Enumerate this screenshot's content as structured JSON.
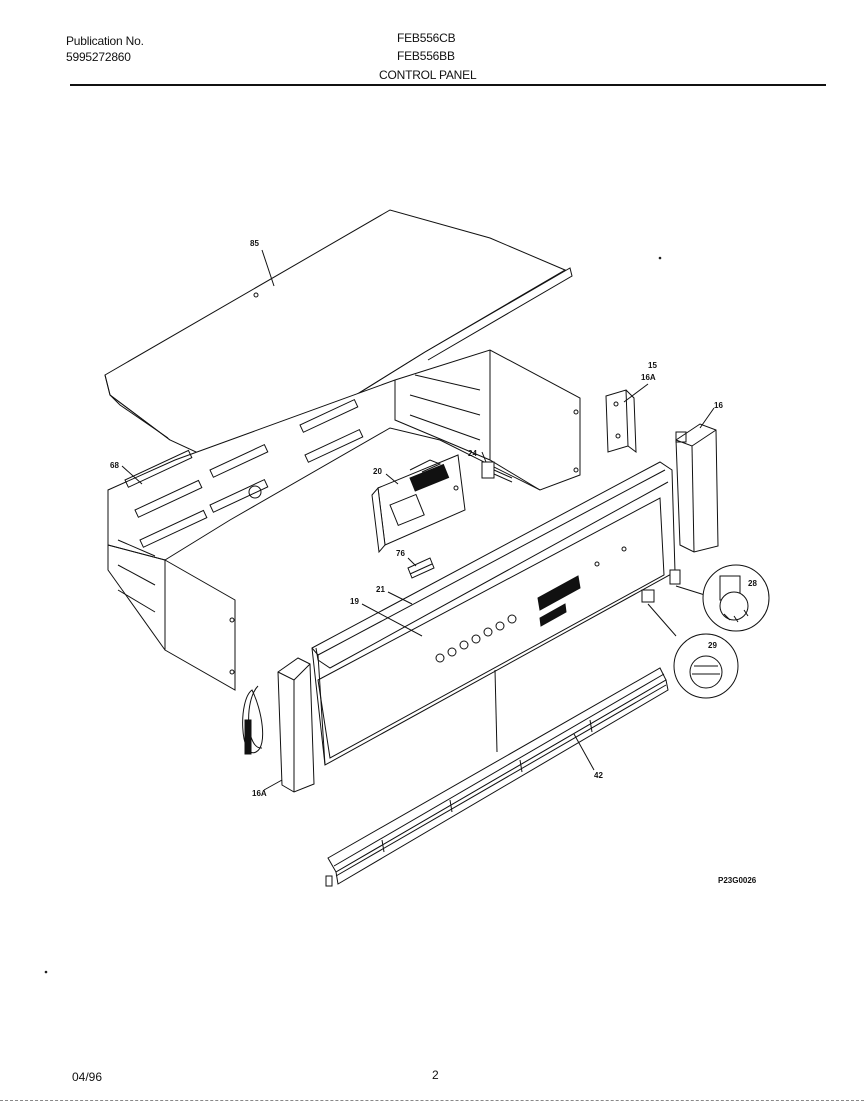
{
  "header": {
    "publication_label": "Publication No.",
    "publication_number": "5995272860",
    "models": [
      "FEB556CB",
      "FEB556BB"
    ],
    "section_title": "CONTROL PANEL"
  },
  "callouts": {
    "c85": "85",
    "c68": "68",
    "c20": "20",
    "c24": "24",
    "c15": "15",
    "c16a_top": "16A",
    "c16": "16",
    "c76": "76",
    "c21": "21",
    "c19": "19",
    "c28": "28",
    "c29": "29",
    "c16a_bottom": "16A",
    "c42": "42"
  },
  "figure_code": "P23G0026",
  "footer": {
    "date": "04/96",
    "page": "2"
  }
}
